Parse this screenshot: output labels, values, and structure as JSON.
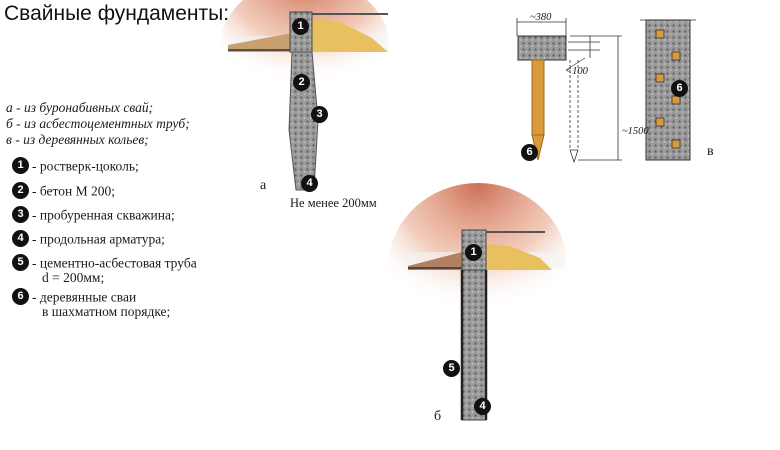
{
  "title": "Свайные фундаменты:",
  "variants": [
    "а - из буронабивных свай;",
    "б - из асбестоцементных труб;",
    "в - из деревянных кольев;"
  ],
  "legend": [
    {
      "num": "1",
      "text": "- ростверк-цоколь;"
    },
    {
      "num": "2",
      "text": "- бетон М 200;"
    },
    {
      "num": "3",
      "text": "- пробуренная скважина;"
    },
    {
      "num": "4",
      "text": "- продольная арматура;"
    },
    {
      "num": "5",
      "text": "- цементно-асбестовая труба",
      "text2": "d = 200мм;"
    },
    {
      "num": "6",
      "text": "- деревянные сваи",
      "text2": "в шахматном порядке;"
    }
  ],
  "figure_a": {
    "label": "а",
    "note": "Не менее 200мм"
  },
  "figure_b": {
    "label": "б"
  },
  "figure_v": {
    "label": "в",
    "dim_top": "~380",
    "dim_mid": "<100",
    "dim_len": "~1500"
  },
  "colors": {
    "soil": "#d98a6a",
    "sand": "#e8c060",
    "concrete": "#8a8a8a",
    "wood": "#d89a3a"
  }
}
